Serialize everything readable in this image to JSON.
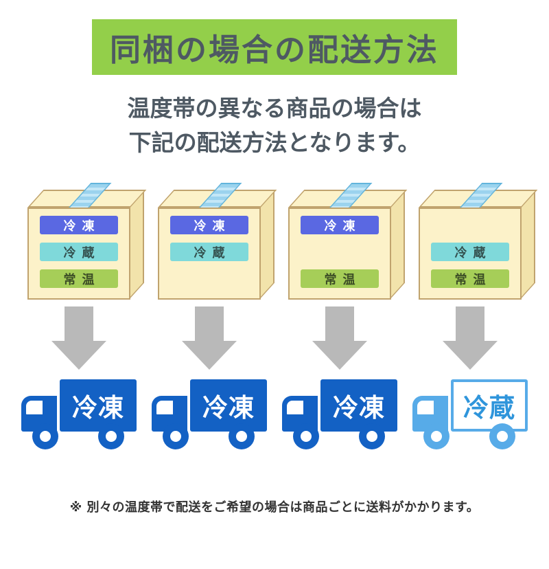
{
  "banner": {
    "title": "同梱の場合の配送方法"
  },
  "subtitle": {
    "line1": "温度帯の異なる商品の場合は",
    "line2": "下記の配送方法となります。"
  },
  "columns": [
    {
      "slots": [
        {
          "text": "冷凍",
          "cls": "slot tag-frozen"
        },
        {
          "text": "冷蔵",
          "cls": "slot tag-chilled"
        },
        {
          "text": "常温",
          "cls": "slot tag-ambient"
        }
      ],
      "truck": {
        "label": "冷凍",
        "cls": "truck truck-dark"
      }
    },
    {
      "slots": [
        {
          "text": "冷凍",
          "cls": "slot tag-frozen"
        },
        {
          "text": "冷蔵",
          "cls": "slot tag-chilled"
        },
        null
      ],
      "truck": {
        "label": "冷凍",
        "cls": "truck truck-dark"
      }
    },
    {
      "slots": [
        {
          "text": "冷凍",
          "cls": "slot tag-frozen"
        },
        null,
        {
          "text": "常温",
          "cls": "slot tag-ambient"
        }
      ],
      "truck": {
        "label": "冷凍",
        "cls": "truck truck-dark"
      }
    },
    {
      "slots": [
        null,
        {
          "text": "冷蔵",
          "cls": "slot tag-chilled"
        },
        {
          "text": "常温",
          "cls": "slot tag-ambient"
        }
      ],
      "truck": {
        "label": "冷蔵",
        "cls": "truck truck-light"
      }
    }
  ],
  "note": "※ 別々の温度帯で配送をご希望の場合は商品ごとに送料がかかります。",
  "colors": {
    "banner_green": "#93cf4a",
    "heading_gray": "#4e5963",
    "frozen_blue": "#5a68e2",
    "chilled_cyan": "#7fd9da",
    "ambient_green": "#a6ce58",
    "truck_dark_blue": "#1361c4",
    "truck_light_blue": "#57abe8",
    "arrow_gray": "#b9b9b9",
    "box_cream": "#fcf2c9",
    "tape_blue": "#9bd3ee"
  }
}
